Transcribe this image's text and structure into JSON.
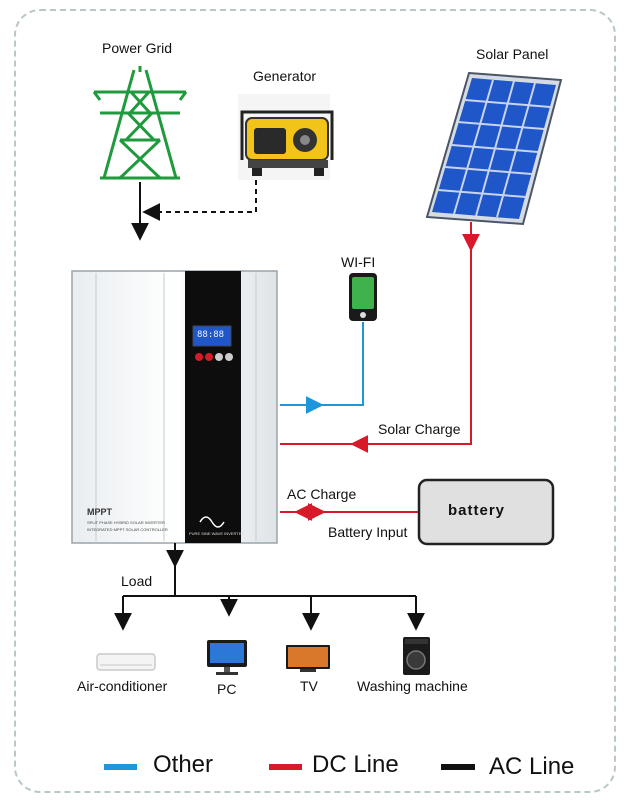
{
  "sources": {
    "power_grid": "Power Grid",
    "generator": "Generator",
    "solar_panel": "Solar Panel",
    "wifi": "WI-FI"
  },
  "inverter": {
    "brand": "MPPT",
    "model_line1": "SPLIT PHASE HYBRID SOLAR INVERTER",
    "model_line2": "INTEGRATED MPPT SOLAR CONTROLLER",
    "sub_label": "PURE SINE WAVE INVERTER",
    "screen_text": "88:88"
  },
  "connections": {
    "solar_charge": "Solar Charge",
    "ac_charge": "AC Charge",
    "battery_input": "Battery Input",
    "load": "Load"
  },
  "battery": {
    "label": "battery"
  },
  "loads": [
    {
      "label": "Air-conditioner"
    },
    {
      "label": "PC"
    },
    {
      "label": "TV"
    },
    {
      "label": "Washing machine"
    }
  ],
  "legend": [
    {
      "label": "Other",
      "color": "#1e96dc"
    },
    {
      "label": "DC Line",
      "color": "#d7192a"
    },
    {
      "label": "AC Line",
      "color": "#111111"
    }
  ],
  "colors": {
    "tower": "#1f9a3c",
    "solar_cell": "#1f57c9",
    "generator": "#f2c318",
    "battery_fill": "#e0e0e0"
  }
}
